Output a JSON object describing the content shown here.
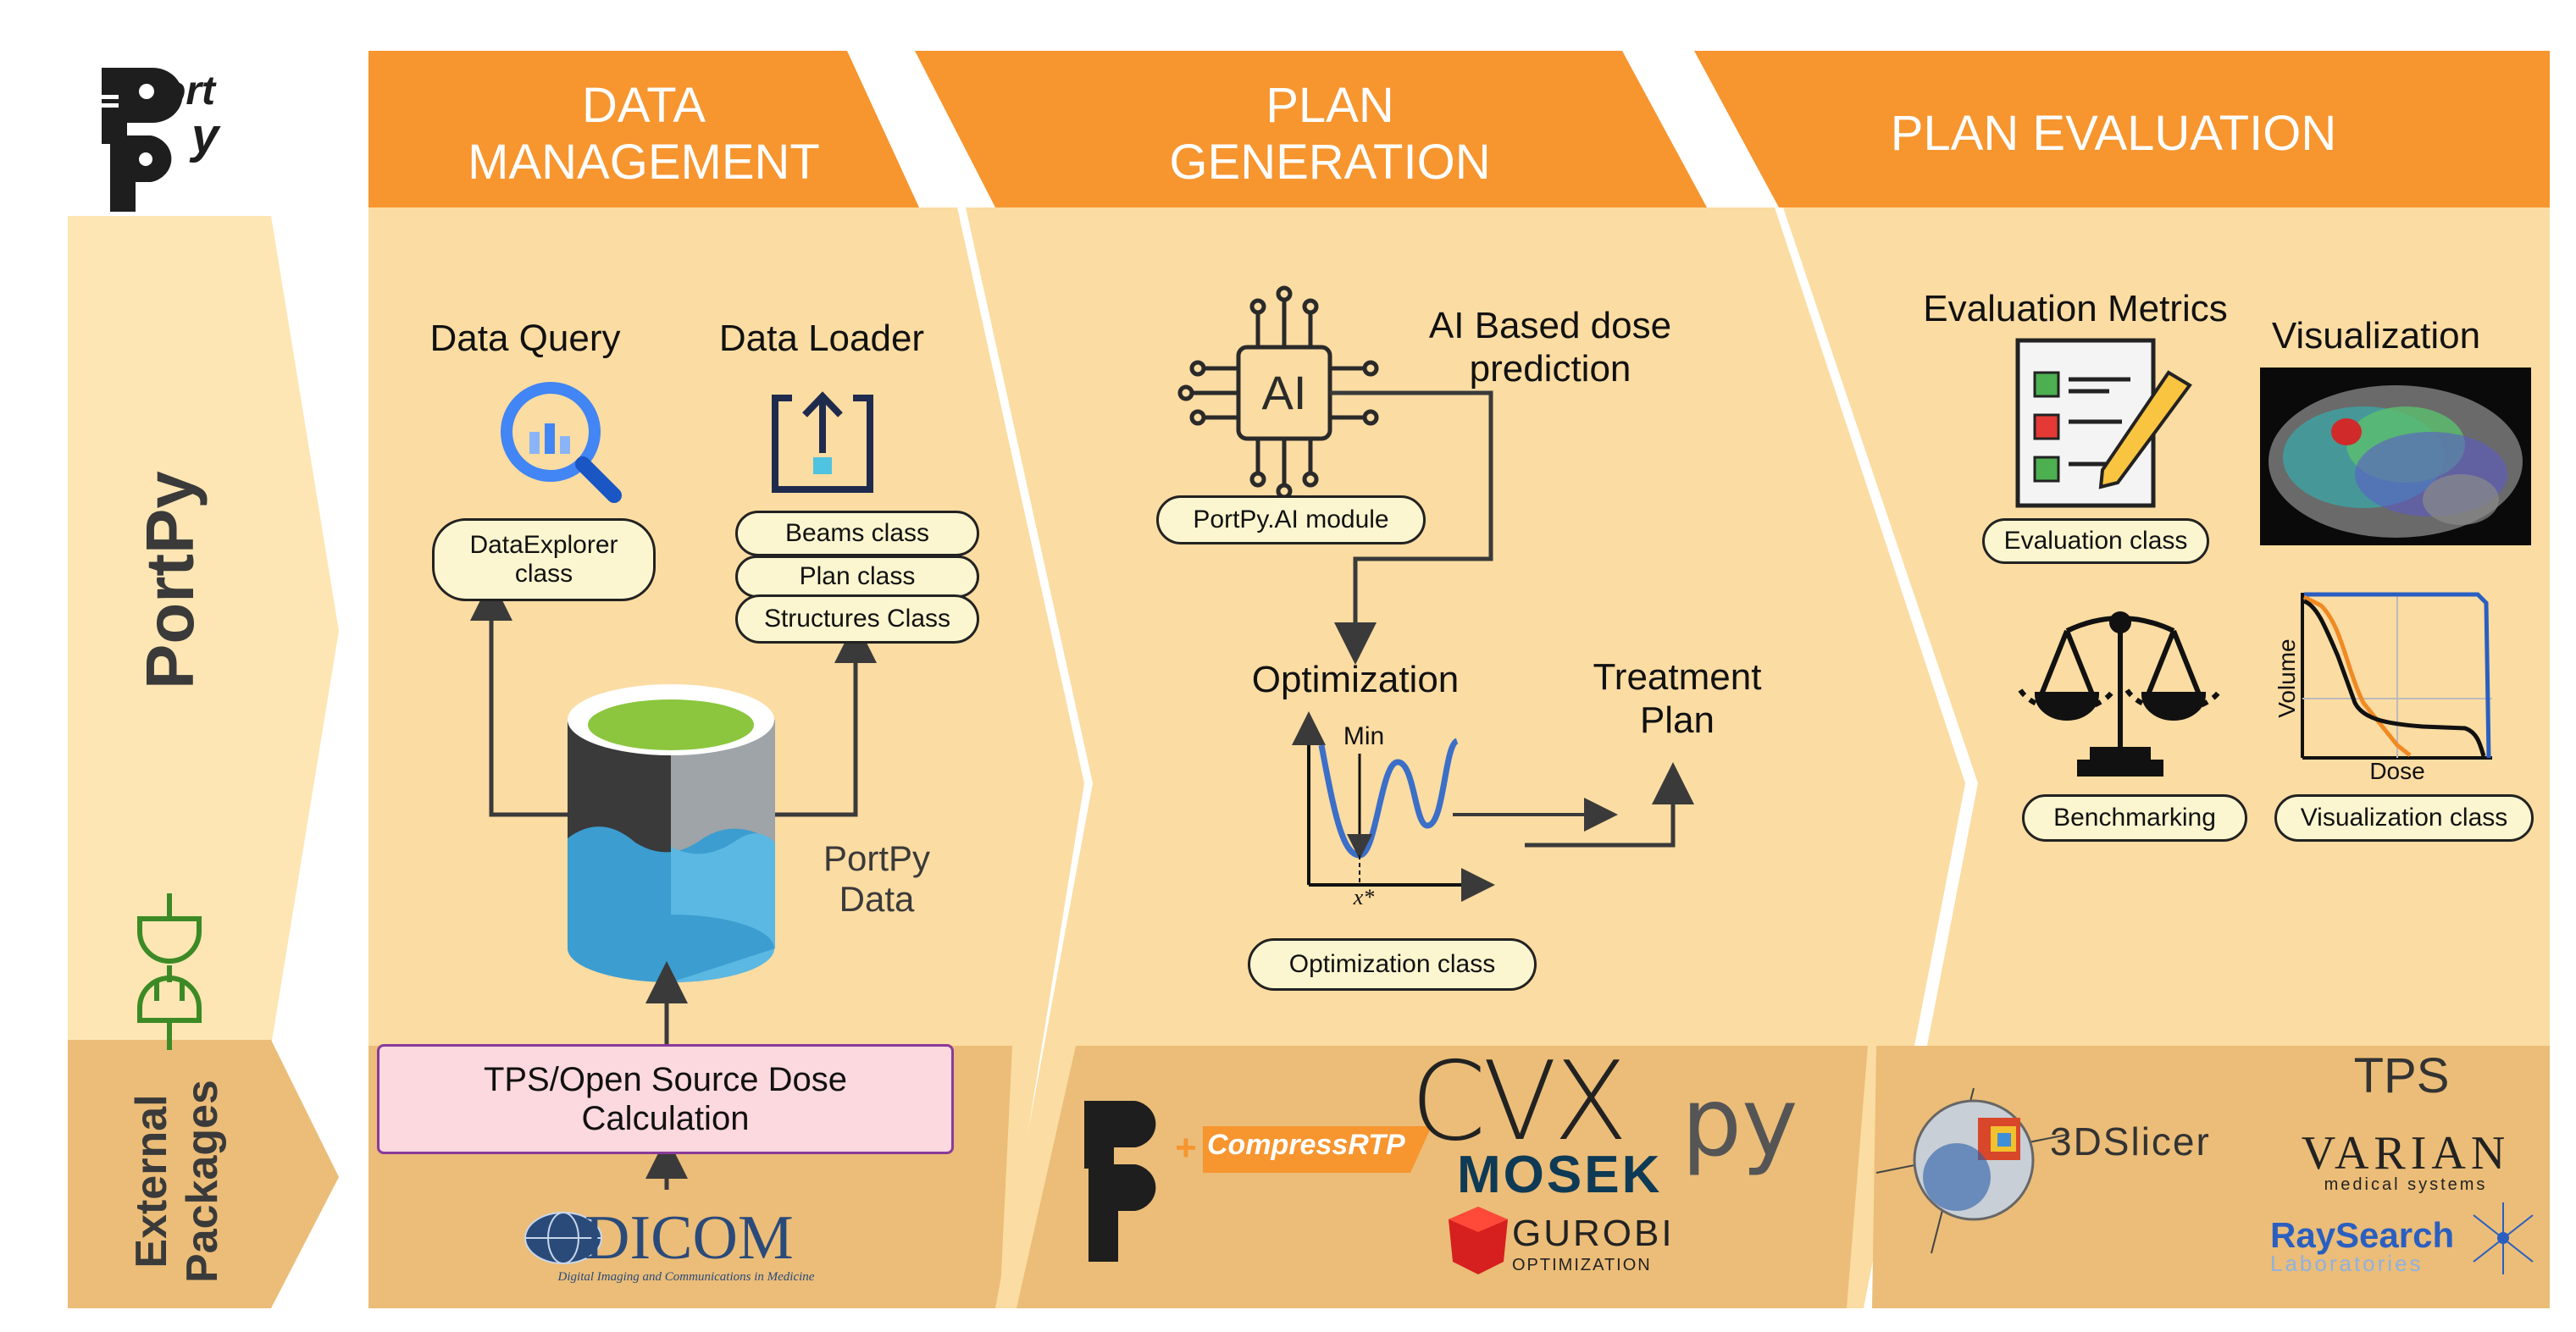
{
  "logo": {
    "text_top": "ort",
    "text_bottom": "y"
  },
  "rows": {
    "portpy": "PortPy",
    "external": "External\nPackages"
  },
  "headers": {
    "data_management": "DATA\nMANAGEMENT",
    "plan_generation": "PLAN\nGENERATION",
    "plan_evaluation": "PLAN EVALUATION"
  },
  "data_management": {
    "data_query": "Data Query",
    "data_loader": "Data Loader",
    "data_explorer_class": "DataExplorer\nclass",
    "beams_class": "Beams class",
    "plan_class": "Plan class",
    "structures_class": "Structures Class",
    "portpy_data": "PortPy\nData",
    "tps_box": "TPS/Open Source Dose\nCalculation"
  },
  "plan_generation": {
    "ai_chip": "AI",
    "ai_label": "AI Based dose\nprediction",
    "ai_module": "PortPy.AI module",
    "optimization": "Optimization",
    "treatment_plan": "Treatment\nPlan",
    "min_label": "Min",
    "x_star": "x*",
    "optimization_class": "Optimization class"
  },
  "plan_evaluation": {
    "evaluation_metrics": "Evaluation Metrics",
    "visualization": "Visualization",
    "evaluation_class": "Evaluation class",
    "benchmarking": "Benchmarking",
    "visualization_class": "Visualization class",
    "dvh_ylabel": "Volume",
    "dvh_xlabel": "Dose"
  },
  "external_packages": {
    "dicom": "DICOM",
    "dicom_sub": "Digital Imaging and Communications in Medicine",
    "compressrtp": "CompressRTP",
    "cvxpy_a": "CVX",
    "cvxpy_b": "py",
    "mosek": "MOSEK",
    "gurobi": "GUROBI",
    "gurobi_sub": "OPTIMIZATION",
    "slicer": "3DSlicer",
    "tps": "TPS",
    "varian": "VARIAN",
    "varian_sub": "medical systems",
    "raysearch": "RaySearch",
    "raysearch_sub": "Laboratories"
  },
  "colors": {
    "orange_header": "#f7952f",
    "panel": "#fbdca2",
    "external_band": "#ebbd78",
    "left_rail": "#fde6b3",
    "arrow": "#3a3a3a",
    "pill_fill": "#fbf6cf",
    "tps_fill": "#fcd9de",
    "tps_border": "#8b3a9b",
    "plug_green": "#3c8a26"
  }
}
